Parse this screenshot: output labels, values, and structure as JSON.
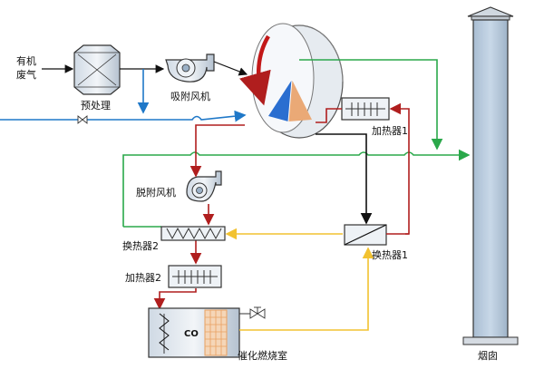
{
  "labels": {
    "organic_waste_gas_line1": "有机",
    "organic_waste_gas_line2": "废气",
    "pretreatment": "预处理",
    "adsorption_fan": "吸附风机",
    "desorption_fan": "脱附风机",
    "heat_exchanger_2": "换热器2",
    "heater_2": "加热器2",
    "catalytic_chamber": "催化燃烧室",
    "heater_1": "加热器1",
    "heat_exchanger_1": "换热器1",
    "chimney": "烟囱",
    "co": "CO"
  },
  "colors": {
    "blue_line": "#1f78c8",
    "green_line": "#2aa84a",
    "red_line": "#b01e1e",
    "yellow_line": "#f2c230",
    "black_line": "#111111",
    "chimney_fill": "#b9cde0",
    "unit_fill": "#d9e3ee",
    "grid_orange": "#e8a060"
  }
}
